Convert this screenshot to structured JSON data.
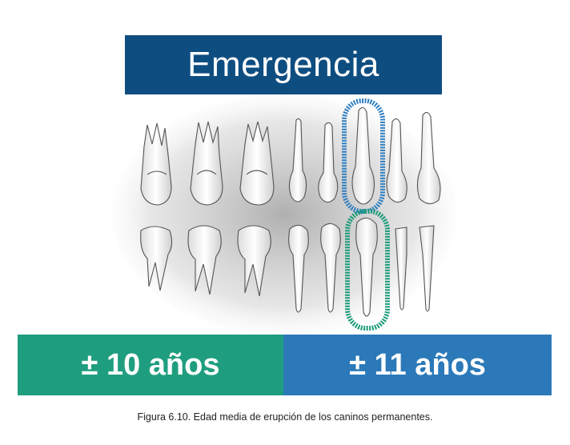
{
  "header": {
    "title": "Emergencia"
  },
  "ages": {
    "left_label": "± 10 años",
    "right_label": "± 11 años"
  },
  "caption": {
    "text": "Figura 6.10. Edad media de erupción de los caninos permanentes."
  },
  "colors": {
    "title_bg": "#0e4d80",
    "left_bar": "#1f9e7f",
    "right_bar": "#2b79b8",
    "upper_highlight": "#2f7fc0",
    "lower_highlight": "#1a9a78"
  },
  "illustration": {
    "upper_teeth_count": 8,
    "lower_teeth_count": 8
  }
}
